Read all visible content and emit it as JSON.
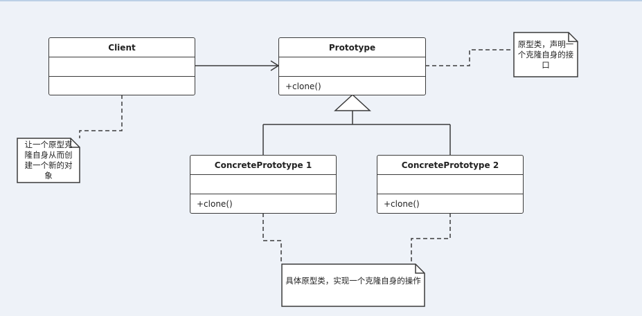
{
  "classes": {
    "client": {
      "name": "Client",
      "attributes": "",
      "operations": ""
    },
    "prototype": {
      "name": "Prototype",
      "attributes": "",
      "operations": "+clone()"
    },
    "concrete1": {
      "name": "ConcretePrototype  1",
      "attributes": "",
      "operations": "+clone()"
    },
    "concrete2": {
      "name": "ConcretePrototype  2",
      "attributes": "",
      "operations": "+clone()"
    }
  },
  "notes": {
    "prototype_note": "原型类，声明一个克隆自身的接口",
    "client_note": "让一个原型克隆自身从而创建一个新的对象",
    "concrete_note": "具体原型类，实现一个克隆自身的操作"
  },
  "colors": {
    "background": "#eef2f8",
    "stroke": "#3a3a3a",
    "box_fill": "#ffffff"
  }
}
